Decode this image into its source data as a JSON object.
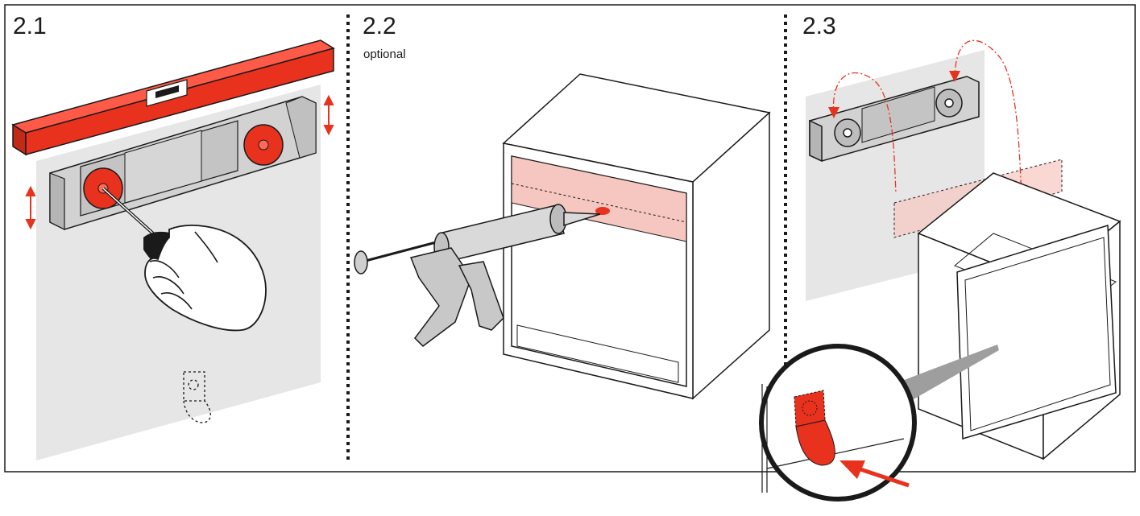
{
  "steps": [
    {
      "number": "2.1",
      "caption": ""
    },
    {
      "number": "2.2",
      "caption": "optional"
    },
    {
      "number": "2.3",
      "caption": ""
    }
  ],
  "colors": {
    "accent_red": "#e8321e",
    "light_red": "#f6c7c0",
    "wall_gray": "#e6e6e6",
    "part_gray": "#c9c9c9",
    "outline": "#1a1a1a"
  },
  "icons": [
    "spirit-level",
    "wall-bracket",
    "screwdriver-hand",
    "caulking-gun",
    "open-box-shelf",
    "hanging-clip"
  ]
}
